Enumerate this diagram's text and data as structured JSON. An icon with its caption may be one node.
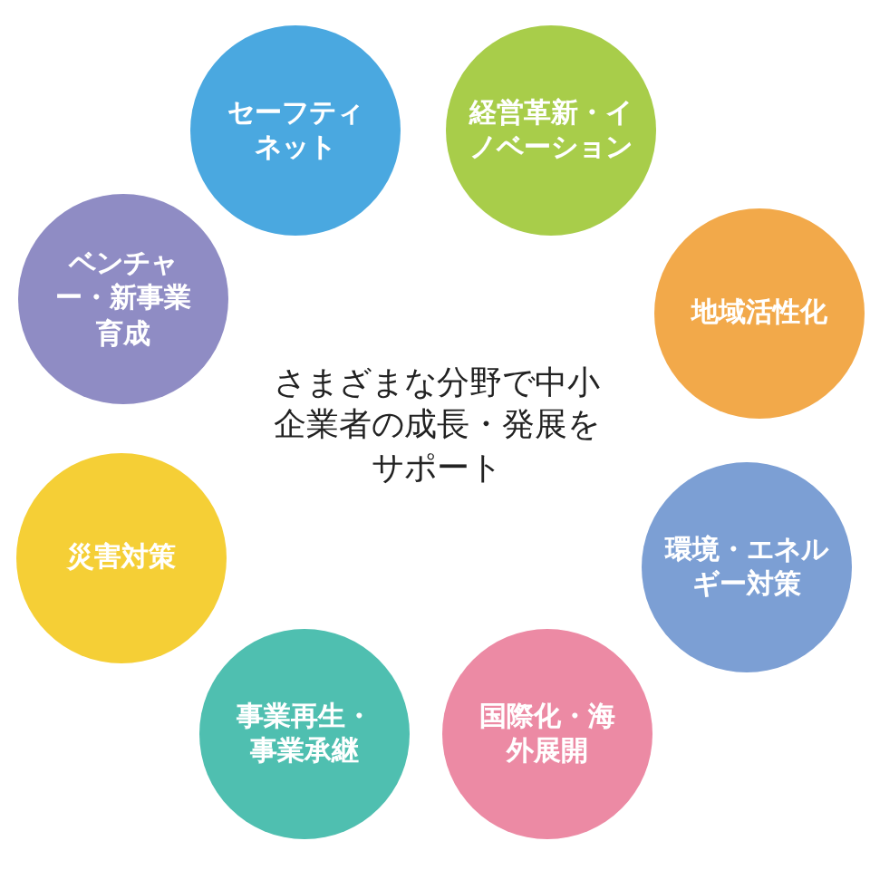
{
  "diagram": {
    "nodes": [
      {
        "text": [
          "セーフティネット"
        ]
      },
      {
        "text": [
          "経営革新・イノベーション"
        ]
      },
      {
        "text": [
          "地域活性化"
        ]
      },
      {
        "text": [
          "環境・エネルギー対策"
        ]
      },
      {
        "text": [
          "国際化・海外展開"
        ]
      },
      {
        "text": [
          "事業再生・事業承継"
        ]
      },
      {
        "text": [
          "災害対策"
        ]
      },
      {
        "text": [
          "ベンチャー・新事業育成"
        ]
      }
    ],
    "labels": [
      "さまざまな分野で中小企業者の成長・発展をサポート"
    ]
  }
}
